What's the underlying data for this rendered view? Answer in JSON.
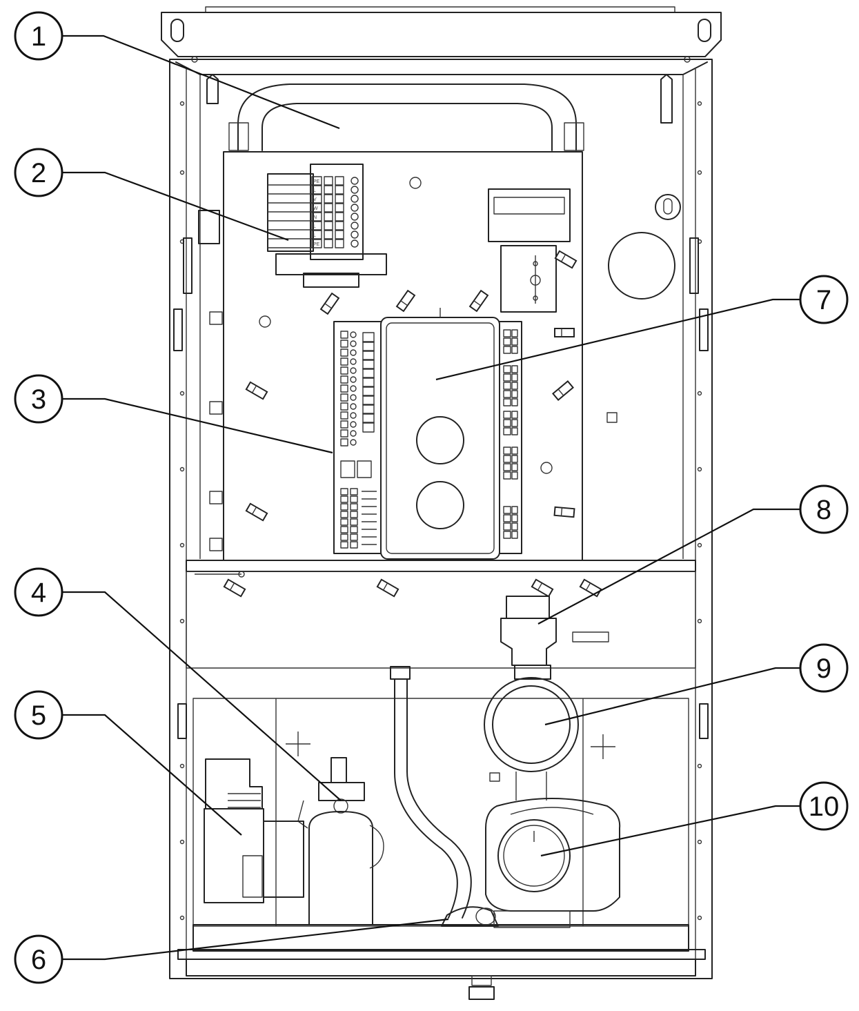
{
  "callouts": [
    {
      "id": 1,
      "label": "1"
    },
    {
      "id": 2,
      "label": "2"
    },
    {
      "id": 3,
      "label": "3"
    },
    {
      "id": 4,
      "label": "4"
    },
    {
      "id": 5,
      "label": "5"
    },
    {
      "id": 6,
      "label": "6"
    },
    {
      "id": 7,
      "label": "7"
    },
    {
      "id": 8,
      "label": "8"
    },
    {
      "id": 9,
      "label": "9"
    },
    {
      "id": 10,
      "label": "10"
    }
  ],
  "terminal_block_labels": [
    "PE",
    "L",
    "V",
    "W",
    "N",
    "L",
    "L",
    "PE"
  ],
  "colors": {
    "line": "#222222",
    "background": "#ffffff"
  }
}
